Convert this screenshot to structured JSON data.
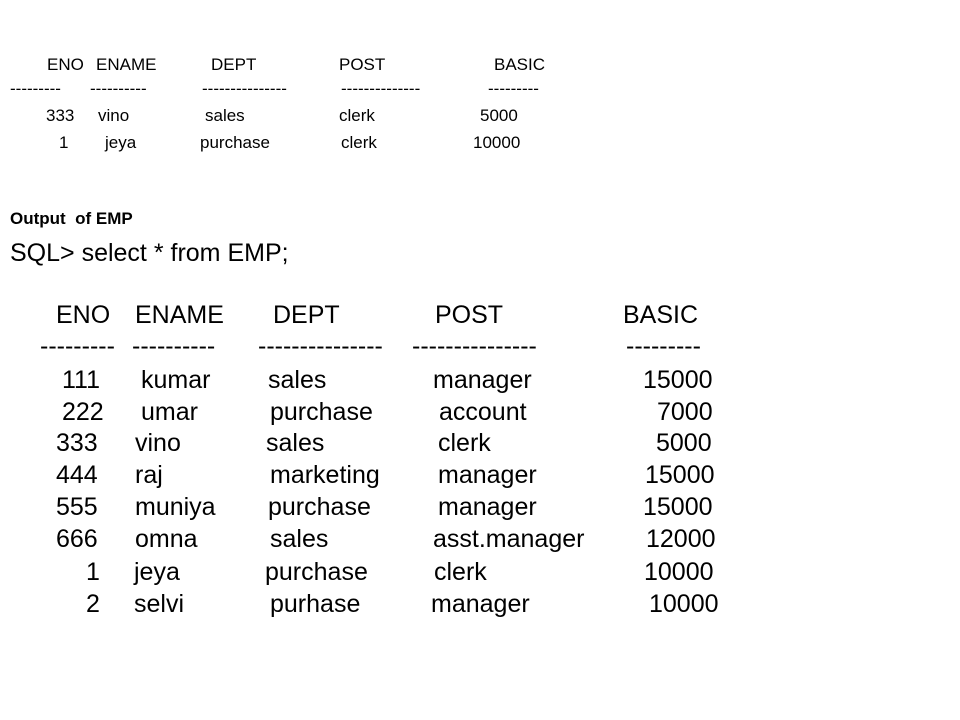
{
  "top_table": {
    "headers": [
      "ENO",
      "ENAME",
      "DEPT",
      "POST",
      "BASIC"
    ],
    "dashes": [
      "---------",
      "----------",
      "---------------",
      "--------------",
      "---------"
    ],
    "rows": [
      [
        "333",
        "vino",
        "sales",
        "clerk",
        "5000"
      ],
      [
        "1",
        "jeya",
        "purchase",
        "clerk",
        "10000"
      ]
    ]
  },
  "output_label": "Output  of EMP",
  "sql_command": "SQL> select * from EMP;",
  "emp_table": {
    "headers": [
      "ENO",
      "ENAME",
      "DEPT",
      "POST",
      "BASIC"
    ],
    "dashes": [
      "---------",
      "----------",
      "---------------",
      "---------------",
      "---------"
    ],
    "rows": [
      [
        "111",
        "kumar",
        "sales",
        "manager",
        "15000"
      ],
      [
        "222",
        "umar",
        "purchase",
        "account",
        "7000"
      ],
      [
        "333",
        "vino",
        "sales",
        "clerk",
        "5000"
      ],
      [
        "444",
        "raj",
        "marketing",
        "manager",
        "15000"
      ],
      [
        "555",
        "muniya",
        "purchase",
        "manager",
        "15000"
      ],
      [
        "666",
        "omna",
        "sales",
        "asst.manager",
        "12000"
      ],
      [
        "1",
        "jeya",
        "purchase",
        "clerk",
        "10000"
      ],
      [
        "2",
        "selvi",
        "purhase",
        "manager",
        "10000"
      ]
    ]
  }
}
